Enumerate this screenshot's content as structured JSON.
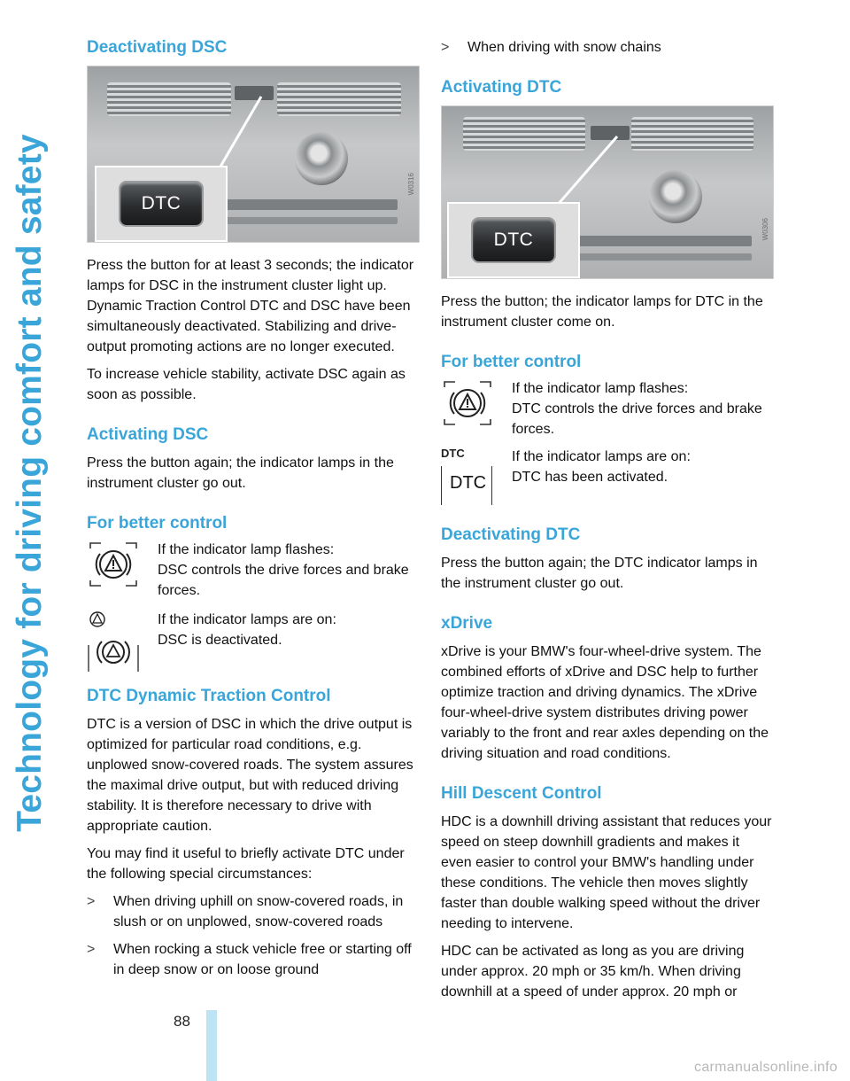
{
  "page": {
    "side_title": "Technology for driving comfort and safety",
    "page_number": "88",
    "watermark": "carmanualsonline.info"
  },
  "left": {
    "deactivating_dsc": {
      "heading": "Deactivating DSC",
      "image_button_label": "DTC",
      "image_code": "W0316",
      "p1": "Press the button for at least 3 seconds; the indicator lamps for DSC in the instrument cluster light up. Dynamic Traction Control DTC and DSC have been simultaneously deactivated. Stabilizing and drive-output promoting actions are no longer executed.",
      "p2": "To increase vehicle stability, activate DSC again as soon as possible."
    },
    "activating_dsc": {
      "heading": "Activating DSC",
      "p1": "Press the button again; the indicator lamps in the instrument cluster go out."
    },
    "better_control": {
      "heading": "For better control",
      "item1_line1": "If the indicator lamp flashes:",
      "item1_line2": "DSC controls the drive forces and brake forces.",
      "item2_line1": "If the indicator lamps are on:",
      "item2_line2": "DSC is deactivated."
    },
    "dtc": {
      "heading": "DTC Dynamic Traction Control",
      "p1": "DTC is a version of DSC in which the drive output is optimized for particular road conditions, e.g. unplowed snow-covered roads. The system assures the maximal drive output, but with reduced driving stability. It is therefore necessary to drive with appropriate caution.",
      "p2": "You may find it useful to briefly activate DTC under the following special circumstances:",
      "bullet_marker": ">",
      "bullets": [
        "When driving uphill on snow-covered roads, in slush or on unplowed, snow-covered roads",
        "When rocking a stuck vehicle free or starting off in deep snow or on loose ground"
      ]
    }
  },
  "right": {
    "bullet_marker": ">",
    "bullet_top": "When driving with snow chains",
    "activating_dtc": {
      "heading": "Activating DTC",
      "image_button_label": "DTC",
      "image_code": "W0306",
      "p1": "Press the button; the indicator lamps for DTC in the instrument cluster come on."
    },
    "better_control": {
      "heading": "For better control",
      "item1_line1": "If the indicator lamp flashes:",
      "item1_line2": "DTC controls the drive forces and brake forces.",
      "icon_small_label": "DTC",
      "icon_big_label": "DTC",
      "item2_line1": "If the indicator lamps are on:",
      "item2_line2": "DTC has been activated."
    },
    "deactivating_dtc": {
      "heading": "Deactivating DTC",
      "p1": "Press the button again; the DTC indicator lamps in the instrument cluster go out."
    },
    "xdrive": {
      "heading": "xDrive",
      "p1": "xDrive is your BMW's four-wheel-drive system. The combined efforts of xDrive and DSC help to further optimize traction and driving dynamics. The xDrive four-wheel-drive system distributes driving power variably to the front and rear axles depending on the driving situation and road conditions."
    },
    "hdc": {
      "heading": "Hill Descent Control",
      "p1": "HDC is a downhill driving assistant that reduces your speed on steep downhill gradients and makes it even easier to control your BMW's handling under these conditions. The vehicle then moves slightly faster than double walking speed without the driver needing to intervene.",
      "p2": "HDC can be activated as long as you are driving under approx. 20 mph or 35 km/h. When driving downhill at a speed of under approx. 20 mph or"
    }
  },
  "colors": {
    "heading": "#3aa5d8",
    "side_title": "#3aa5d8",
    "page_bar": "#bde3f4"
  }
}
